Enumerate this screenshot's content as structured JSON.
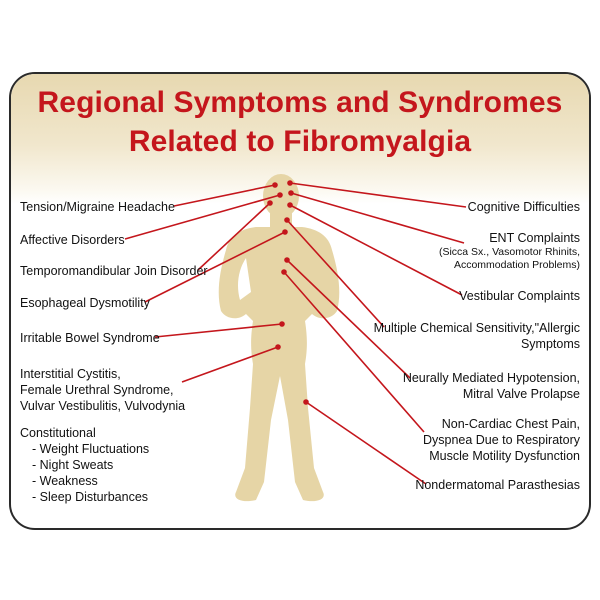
{
  "title": {
    "line1": "Regional Symptoms and Syndromes",
    "line2": "Related to Fibromyalgia"
  },
  "colors": {
    "accent": "#c4161c",
    "figure": "#e6d5a6",
    "header_band": "#ecdfbd"
  },
  "left_labels": {
    "tension_headache": "Tension/Migraine Headache",
    "affective": "Affective Disorders",
    "tmj": "Temporomandibular Join Disorder",
    "esophageal": "Esophageal Dysmotility",
    "ibs": "Irritable Bowel Syndrome",
    "cystitis": {
      "line1": "Interstitial Cystitis,",
      "line2": "Female Urethral Syndrome,",
      "line3": "Vulvar Vestibulitis, Vulvodynia"
    },
    "constitutional": {
      "heading": "Constitutional",
      "items": [
        "- Weight Fluctuations",
        "- Night Sweats",
        "- Weakness",
        "- Sleep Disturbances"
      ]
    }
  },
  "right_labels": {
    "cognitive": "Cognitive Difficulties",
    "ent": {
      "line1": "ENT Complaints",
      "line2": "(Sicca Sx., Vasomotor Rhinits,",
      "line3": "Accommodation Problems)"
    },
    "vestibular": "Vestibular Complaints",
    "chemical": {
      "line1": "Multiple Chemical Sensitivity,\"Allergic",
      "line2": "Symptoms"
    },
    "hypotension": {
      "line1": "Neurally Mediated Hypotension,",
      "line2": "Mitral Valve Prolapse"
    },
    "chest_pain": {
      "line1": "Non-Cardiac Chest Pain,",
      "line2": "Dyspnea Due to Respiratory",
      "line3": "Muscle Motility Dysfunction"
    },
    "parasthesias": "Nondermatomal Parasthesias"
  }
}
